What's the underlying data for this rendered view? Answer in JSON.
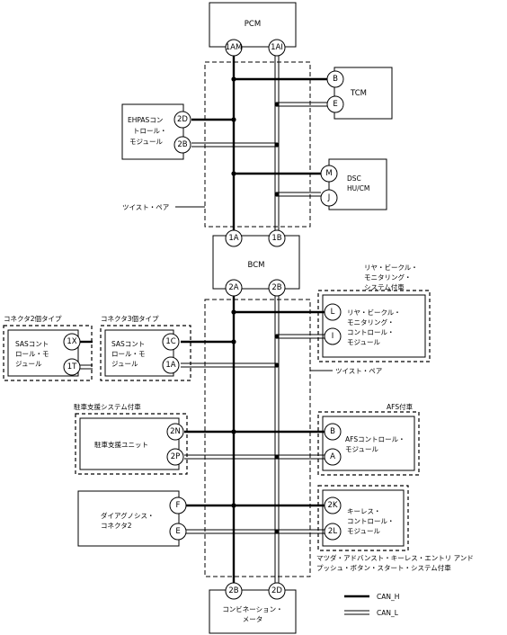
{
  "modules": {
    "pcm": {
      "label": "PCM"
    },
    "tcm": {
      "label": "TCM"
    },
    "ehpas": {
      "lines": [
        "EHPASコン",
        "トロール・",
        "モジュール"
      ]
    },
    "dsc": {
      "lines": [
        "DSC",
        "HU/CM"
      ]
    },
    "bcm": {
      "label": "BCM"
    },
    "rear": {
      "lines": [
        "リヤ・ビークル・",
        "モニタリング・",
        "コントロール・",
        "モジュール"
      ]
    },
    "sas2": {
      "lines": [
        "SASコント",
        "ロール・モ",
        "ジュール"
      ]
    },
    "sas3": {
      "lines": [
        "SASコント",
        "ロール・モ",
        "ジュール"
      ]
    },
    "parking": {
      "label": "駐車支援ユニット"
    },
    "afs": {
      "lines": [
        "AFSコントロール・",
        "モジュール"
      ]
    },
    "dlc": {
      "lines": [
        "ダイアグノシス・",
        "コネクタ2"
      ]
    },
    "keyless": {
      "lines": [
        "キーレス・",
        "コントロール・",
        "モジュール"
      ]
    },
    "combi": {
      "lines": [
        "コンビネーション・",
        "メータ"
      ]
    }
  },
  "pins": {
    "pcm_1am": "1AM",
    "pcm_1ai": "1AI",
    "tcm_b": "B",
    "tcm_e": "E",
    "ehpas_2d": "2D",
    "ehpas_2b": "2B",
    "dsc_m": "M",
    "dsc_j": "J",
    "bcm_1a": "1A",
    "bcm_1b": "1B",
    "bcm_2a": "2A",
    "bcm_2b": "2B",
    "rear_l": "L",
    "rear_i": "I",
    "sas2_1x": "1X",
    "sas2_1t": "1T",
    "sas3_1c": "1C",
    "sas3_1a": "1A",
    "park_2n": "2N",
    "park_2p": "2P",
    "afs_b": "B",
    "afs_a": "A",
    "dlc_f": "F",
    "dlc_e": "E",
    "keyless_2k": "2K",
    "keyless_2l": "2L",
    "combi_2b": "2B",
    "combi_2d": "2D"
  },
  "labels": {
    "twist_pair_1": "ツイスト・ペア",
    "twist_pair_2": "ツイスト・ペア",
    "rear_option": [
      "リヤ・ビークル・",
      "モニタリング・",
      "システム付車"
    ],
    "connector2_type": "コネクタ2個タイプ",
    "connector3_type": "コネクタ3個タイプ",
    "parking_option": "駐車支援システム付車",
    "afs_option": "AFS付車",
    "keyless_option": [
      "マツダ・アドバンスト・キーレス・エントリ アンド",
      "プッシュ・ボタン・スタート・システム付車"
    ]
  },
  "legend": {
    "can_h": "CAN_H",
    "can_l": "CAN_L"
  }
}
